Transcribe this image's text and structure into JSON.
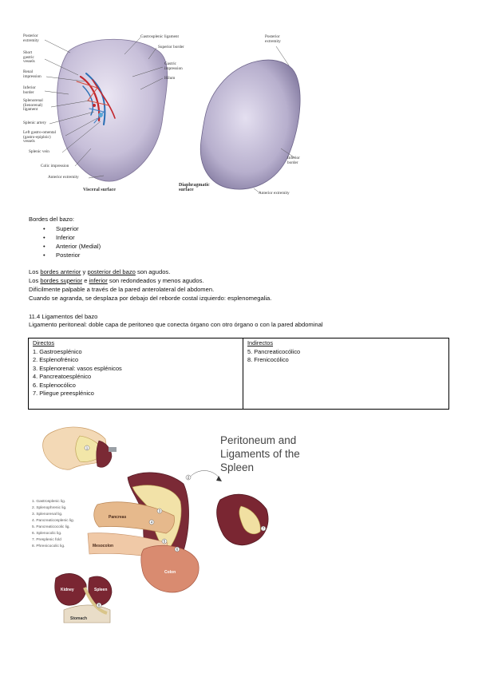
{
  "figure1": {
    "visceral_labels": [
      {
        "id": "posterior-extremity",
        "text": "Posterior\nextremity"
      },
      {
        "id": "short-gastric-vessels",
        "text": "Short\ngastric\nvessels"
      },
      {
        "id": "renal-impression",
        "text": "Renal\nimpression"
      },
      {
        "id": "inferior-border",
        "text": "Inferior\nborder"
      },
      {
        "id": "splenorenal-ligament",
        "text": "Splenorenal\n(lienorenal)\nligament"
      },
      {
        "id": "splenic-artery",
        "text": "Splenic artery"
      },
      {
        "id": "left-gastro-omental-vessels",
        "text": "Left gastro-omental\n(gastro-epiploic)\nvessels"
      },
      {
        "id": "splenic-vein",
        "text": "Splenic vein"
      },
      {
        "id": "colic-impression",
        "text": "Colic impression"
      },
      {
        "id": "anterior-extremity",
        "text": "Anterior extremity"
      },
      {
        "id": "gastrosplenic-ligament",
        "text": "Gastrosplenic ligament"
      },
      {
        "id": "superior-border",
        "text": "Superior border"
      },
      {
        "id": "gastric-impression",
        "text": "Gastric\nimpression"
      },
      {
        "id": "hilum",
        "text": "Hilum"
      }
    ],
    "visceral_caption": "Visceral surface",
    "diaphragmatic_labels": [
      {
        "id": "posterior-extremity-d",
        "text": "Posterior\nextremity"
      },
      {
        "id": "inferior-border-d",
        "text": "Inferior\nborder"
      },
      {
        "id": "anterior-extremity-d",
        "text": "Anterior extremity"
      }
    ],
    "diaphragmatic_caption": "Diaphragmatic\nsurface"
  },
  "borders": {
    "heading": "Bordes del bazo:",
    "items": [
      "Superior",
      "Inferior",
      "Anterior (Medial)",
      "Posterior"
    ]
  },
  "paragraph": {
    "l1_a": "Los ",
    "l1_u1": "bordes anterior",
    "l1_b": " y ",
    "l1_u2": "posterior del bazo",
    "l1_c": " son agudos.",
    "l2_a": "Los ",
    "l2_u1": "bordes superior",
    "l2_b": " e ",
    "l2_u2": "inferior",
    "l2_c": " son redondeados y menos agudos.",
    "l3": "Difícilmente palpable a través de la pared anterolateral del abdomen.",
    "l4": "Cuando se agranda, se desplaza por debajo del reborde costal izquierdo: esplenomegalia."
  },
  "ligaments": {
    "heading": "11.4 Ligamentos del bazo",
    "definition": "Ligamento peritoneal: doble capa de peritoneo que conecta órgano con otro órgano o con la pared abdominal",
    "direct_header": "Directos",
    "direct": [
      "1. Gastroesplénico",
      "2. Esplenofrénico",
      "3. Esplenorenal: vasos esplénicos",
      "4. Pancreatoesplénico",
      "6. Esplenocólico",
      "7. Pliegue preesplénico"
    ],
    "indirect_header": "Indirectos",
    "indirect": [
      "5. Pancreaticocólico",
      "8. Frenicocólico"
    ]
  },
  "figure2": {
    "title": [
      "Peritoneum and",
      "Ligaments of the",
      "Spleen"
    ],
    "legend": [
      "1. Gastrosplenic lig.",
      "2. Splenophrenic lig.",
      "3. Splenorenal lig.",
      "4. Pancreaticosplenic lig.",
      "5. Pancreaticocolic lig.",
      "6. Splenocolic lig.",
      "7. Presplenic fold",
      "8. Phrenicocolic lig."
    ],
    "organ_labels": {
      "pancreas": "Pancreas",
      "mesocolon": "Mesocolon",
      "colon": "Colon",
      "kidney": "Kidney",
      "spleen": "Spleen",
      "stomach": "Stomach"
    },
    "markers": [
      "1",
      "2",
      "3",
      "4",
      "5",
      "6",
      "7",
      "8"
    ]
  }
}
